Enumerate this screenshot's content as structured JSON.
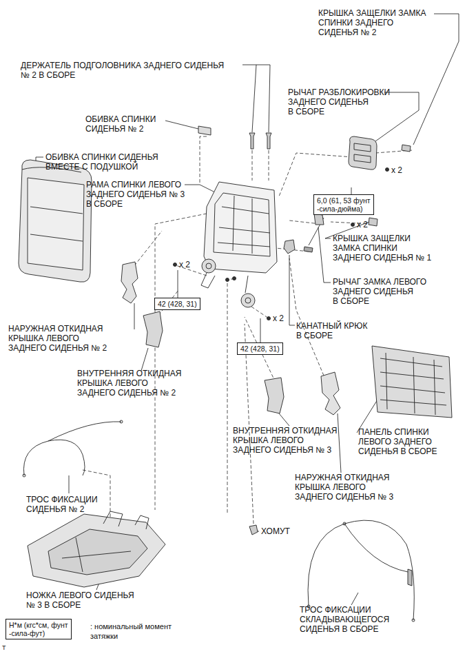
{
  "diagram": {
    "nodes": [
      {
        "text": [
          "6,0 (61, 53 фунт -сила-дюйма)"
        ]
      },
      {
        "text": [
          "42 (428, 31)"
        ]
      },
      {
        "text": [
          "42 (428, 31)"
        ]
      },
      {
        "text": [
          "Н*м (кгс*см, фунт -сила-фут)"
        ]
      }
    ],
    "labels": [
      "КРЫШКА ЗАЩЕЛКИ ЗАМКА СПИНКИ ЗАДНЕГО СИДЕНЬЯ № 2",
      "ДЕРЖАТЕЛЬ ПОДГОЛОВНИКА ЗАДНЕГО СИДЕНЬЯ № 2 В СБОРЕ",
      "РЫЧАГ РАЗБЛОКИРОВКИ ЗАДНЕГО СИДЕНЬЯ В СБОРЕ",
      "ОБИВКА СПИНКИ СИДЕНЬЯ № 2",
      "ОБИВКА СПИНКИ СИДЕНЬЯ ВМЕСТЕ С ПОДУШКОЙ",
      "x 2",
      "РАМА СПИНКИ ЛЕВОГО ЗАДНЕГО СИДЕНЬЯ № 3 В СБОРЕ",
      "x 2",
      "КРЫШКА ЗАЩЕЛКИ ЗАМКА СПИНКИ ЗАДНЕГО СИДЕНЬЯ № 1",
      "x 2",
      "РЫЧАГ ЗАМКА ЛЕВОГО ЗАДНЕГО СИДЕНЬЯ В СБОРЕ",
      "x 2",
      "КАНАТНЫЙ КРЮК В СБОРЕ",
      "НАРУЖНАЯ ОТКИДНАЯ КРЫШКА ЛЕВОГО ЗАДНЕГО СИДЕНЬЯ № 2",
      "ВНУТРЕННЯЯ ОТКИДНАЯ КРЫШКА ЛЕВОГО ЗАДНЕГО СИДЕНЬЯ № 2",
      "ВНУТРЕННЯЯ ОТКИДНАЯ КРЫШКА ЛЕВОГО ЗАДНЕГО СИДЕНЬЯ № 3",
      "ПАНЕЛЬ СПИНКИ ЛЕВОГО ЗАДНЕГО СИДЕНЬЯ В СБОРЕ",
      "НАРУЖНАЯ ОТКИДНАЯ КРЫШКА ЛЕВОГО ЗАДНЕГО СИДЕНЬЯ № 3",
      "ТРОС ФИКСАЦИИ СИДЕНЬЯ № 2",
      "ХОМУТ",
      "НОЖКА ЛЕВОГО СИДЕНЬЯ № 3 В СБОРЕ",
      "ТРОС ФИКСАЦИИ СКЛАДЫВАЮЩЕГОСЯ СИДЕНЬЯ В СБОРЕ",
      ": номинальный момент затяжки",
      "Т"
    ]
  }
}
